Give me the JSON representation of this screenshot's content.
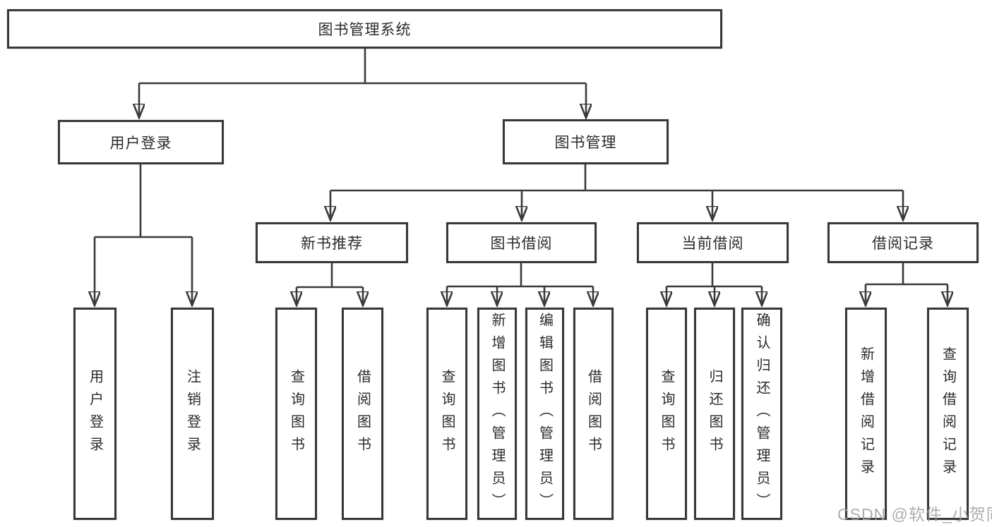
{
  "tree": {
    "label": "图书管理系统",
    "children": [
      {
        "label": "用户登录",
        "children": [
          {
            "label": "用户登录"
          },
          {
            "label": "注销登录"
          }
        ]
      },
      {
        "label": "图书管理",
        "children": [
          {
            "label": "新书推荐",
            "children": [
              {
                "label": "查询图书"
              },
              {
                "label": "借阅图书"
              }
            ]
          },
          {
            "label": "图书借阅",
            "children": [
              {
                "label": "查询图书"
              },
              {
                "label": "新增图书（管理员）"
              },
              {
                "label": "编辑图书（管理员）"
              },
              {
                "label": "借阅图书"
              }
            ]
          },
          {
            "label": "当前借阅",
            "children": [
              {
                "label": "查询图书"
              },
              {
                "label": "归还图书"
              },
              {
                "label": "确认归还（管理员）"
              }
            ]
          },
          {
            "label": "借阅记录",
            "children": [
              {
                "label": "新增借阅记录"
              },
              {
                "label": "查询借阅记录"
              }
            ]
          }
        ]
      }
    ]
  },
  "watermark": {
    "text": "CSDN @软件_小贺同学"
  },
  "colors": {
    "line": "#3a3a3a",
    "box_border": "#383838",
    "text": "#2b2b2b",
    "watermark": "#9e9e9e",
    "background": "#ffffff"
  }
}
